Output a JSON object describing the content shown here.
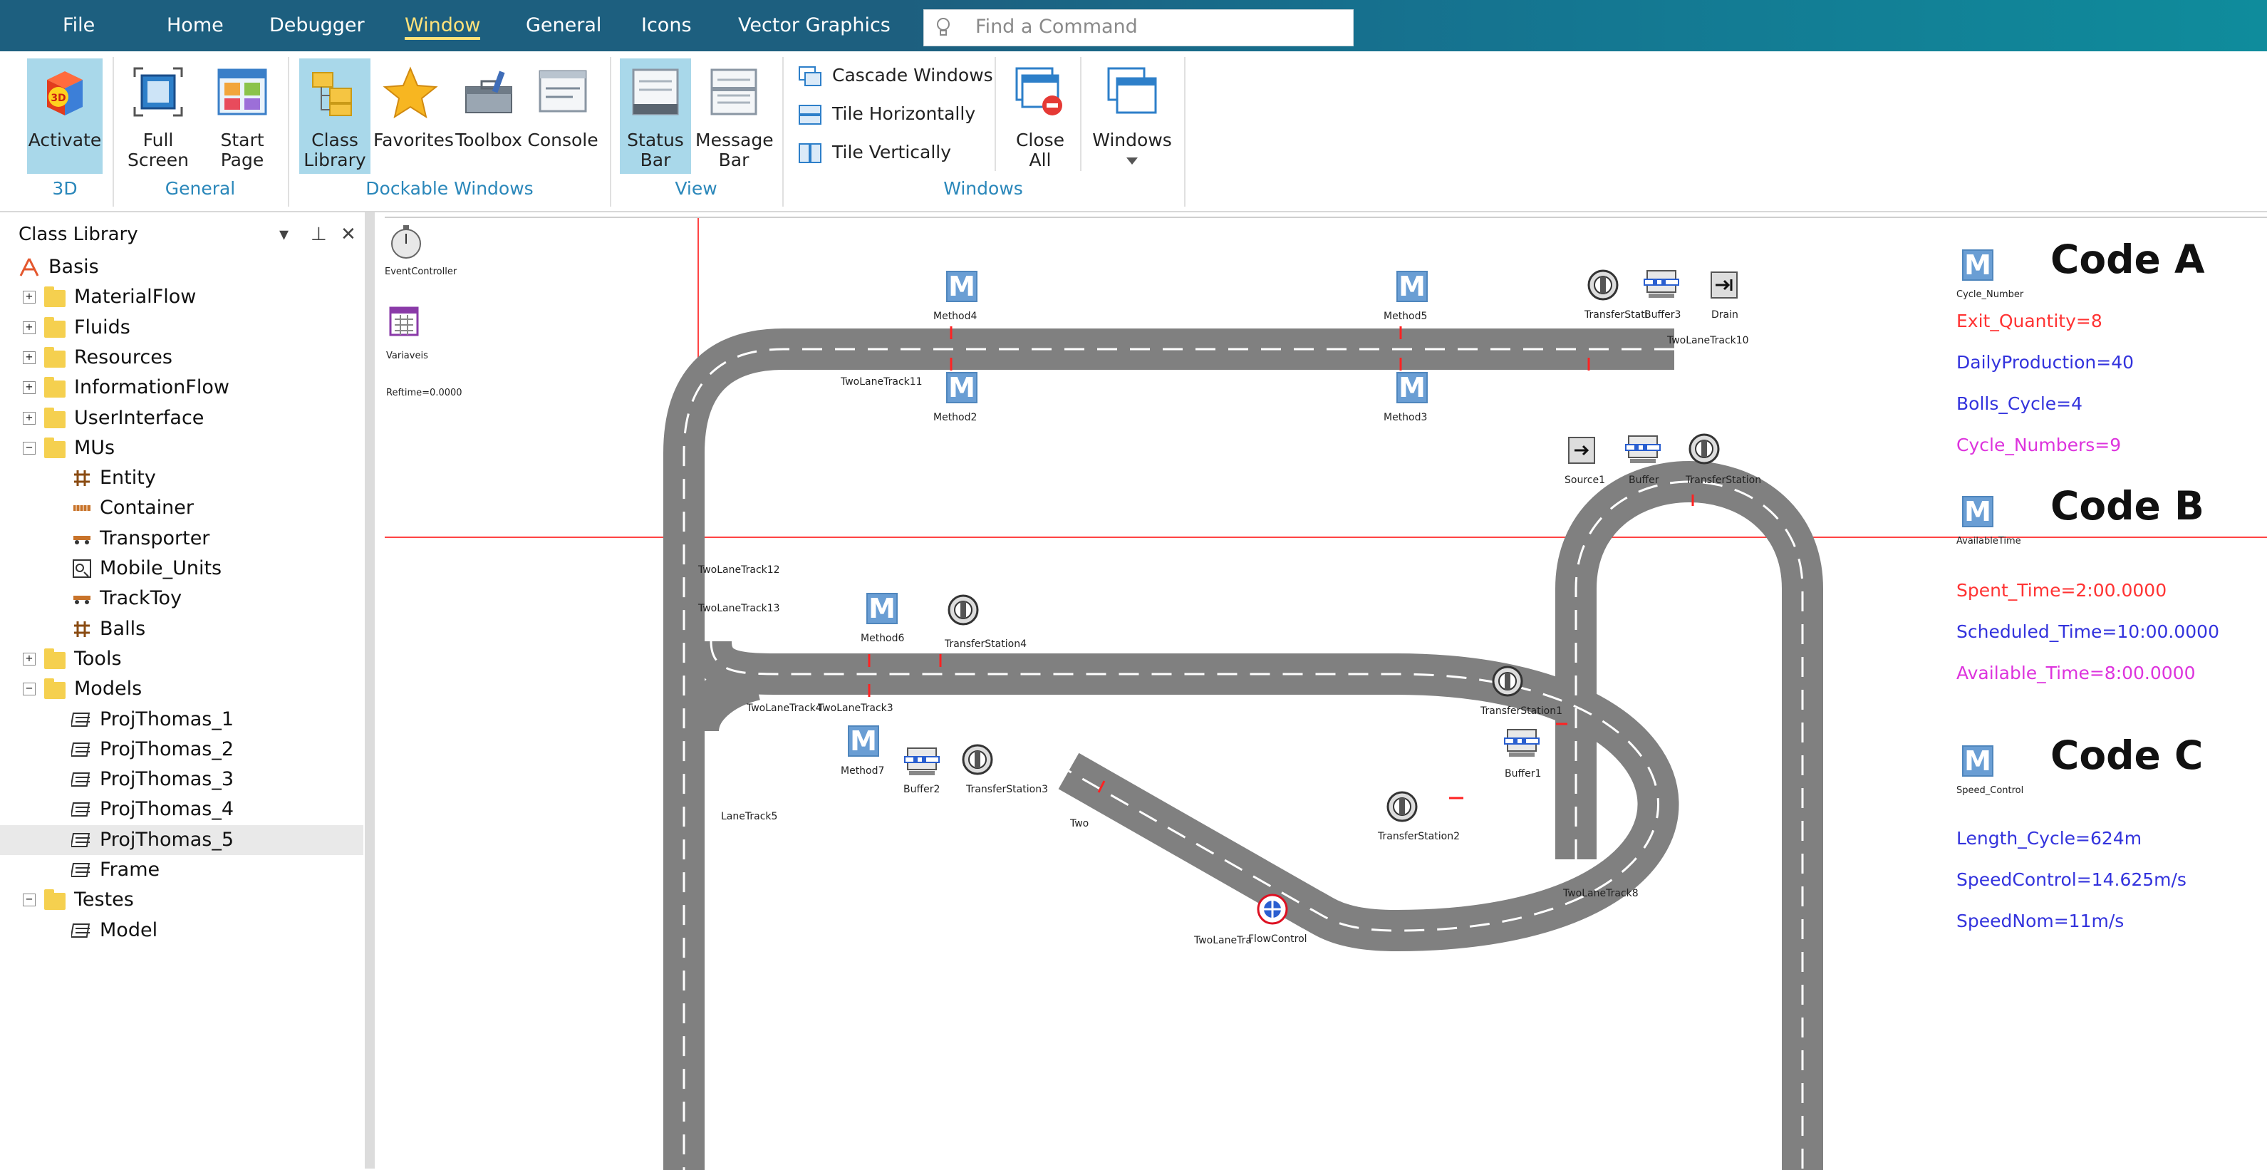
{
  "menu": {
    "items": [
      "File",
      "Home",
      "Debugger",
      "Window",
      "General",
      "Icons",
      "Vector Graphics"
    ],
    "active": "Window",
    "search_placeholder": "Find a Command"
  },
  "ribbon": {
    "activate": "Activate",
    "full_screen_1": "Full",
    "full_screen_2": "Screen",
    "start_page_1": "Start",
    "start_page_2": "Page",
    "class_library_1": "Class",
    "class_library_2": "Library",
    "favorites": "Favorites",
    "toolbox": "Toolbox",
    "console": "Console",
    "status_bar_1": "Status",
    "status_bar_2": "Bar",
    "message_bar_1": "Message",
    "message_bar_2": "Bar",
    "cascade": "Cascade Windows",
    "tile_h": "Tile Horizontally",
    "tile_v": "Tile Vertically",
    "close_all_1": "Close",
    "close_all_2": "All",
    "windows": "Windows",
    "groups": {
      "g3d": "3D",
      "general": "General",
      "dockable": "Dockable Windows",
      "view": "View",
      "windows": "Windows"
    }
  },
  "library": {
    "title": "Class Library",
    "items": [
      {
        "label": "Basis"
      },
      {
        "label": "MaterialFlow"
      },
      {
        "label": "Fluids"
      },
      {
        "label": "Resources"
      },
      {
        "label": "InformationFlow"
      },
      {
        "label": "UserInterface"
      },
      {
        "label": "MUs"
      },
      {
        "label": "Entity"
      },
      {
        "label": "Container"
      },
      {
        "label": "Transporter"
      },
      {
        "label": "Mobile_Units"
      },
      {
        "label": "TrackToy"
      },
      {
        "label": "Balls"
      },
      {
        "label": "Tools"
      },
      {
        "label": "Models"
      },
      {
        "label": "ProjThomas_1"
      },
      {
        "label": "ProjThomas_2"
      },
      {
        "label": "ProjThomas_3"
      },
      {
        "label": "ProjThomas_4"
      },
      {
        "label": "ProjThomas_5"
      },
      {
        "label": "Frame"
      },
      {
        "label": "Testes"
      },
      {
        "label": "Model"
      }
    ]
  },
  "canvas": {
    "labels": {
      "eventcontroller": "EventController",
      "variaveis": "Variaveis",
      "reftime": "Reftime=0.0000",
      "method4": "Method4",
      "method5": "Method5",
      "method2": "Method2",
      "method3": "Method3",
      "method6": "Method6",
      "method7": "Method7",
      "transferstati": "TransferStati",
      "buffer3": "Buffer3",
      "drain": "Drain",
      "twolanetrack10": "TwoLaneTrack10",
      "twolanetrack11": "TwoLaneTrack11",
      "source1": "Source1",
      "buffer": "Buffer",
      "transferstation": "TransferStation",
      "twolanetrack12": "TwoLaneTrack12",
      "twolanetrack13": "TwoLaneTrack13",
      "transferstation4": "TransferStation4",
      "twolanetrack4": "TwoLaneTrack4",
      "twolanetrack3": "TwoLaneTrack3",
      "buffer2": "Buffer2",
      "transferstation3": "TransferStation3",
      "lanetrack5": "LaneTrack5",
      "two": "Two",
      "transferstation1": "TransferStation1",
      "buffer1": "Buffer1",
      "transferstation2": "TransferStation2",
      "twolanetra": "TwoLaneTra",
      "flowcontrol": "FlowControl",
      "twolanetrack8": "TwoLaneTrack8",
      "cycle_number": "Cycle_Number",
      "availabletime": "AvailableTime",
      "speed_control": "Speed_Control"
    },
    "codeA": {
      "title": "Code A",
      "lines": [
        "Exit_Quantity=8",
        "DailyProduction=40",
        "Bolls_Cycle=4",
        "Cycle_Numbers=9"
      ],
      "colors": [
        "#ff3333",
        "#3333dd",
        "#3333dd",
        "#dd33dd"
      ]
    },
    "codeB": {
      "title": "Code B",
      "lines": [
        "Spent_Time=2:00.0000",
        "Scheduled_Time=10:00.0000",
        "Available_Time=8:00.0000"
      ],
      "colors": [
        "#ff3333",
        "#3333dd",
        "#dd33dd"
      ]
    },
    "codeC": {
      "title": "Code C",
      "lines": [
        "Length_Cycle=624m",
        "SpeedControl=14.625m/s",
        "SpeedNom=11m/s"
      ],
      "colors": [
        "#3333dd",
        "#3333dd",
        "#3333dd"
      ]
    },
    "method_glyph": "M"
  }
}
